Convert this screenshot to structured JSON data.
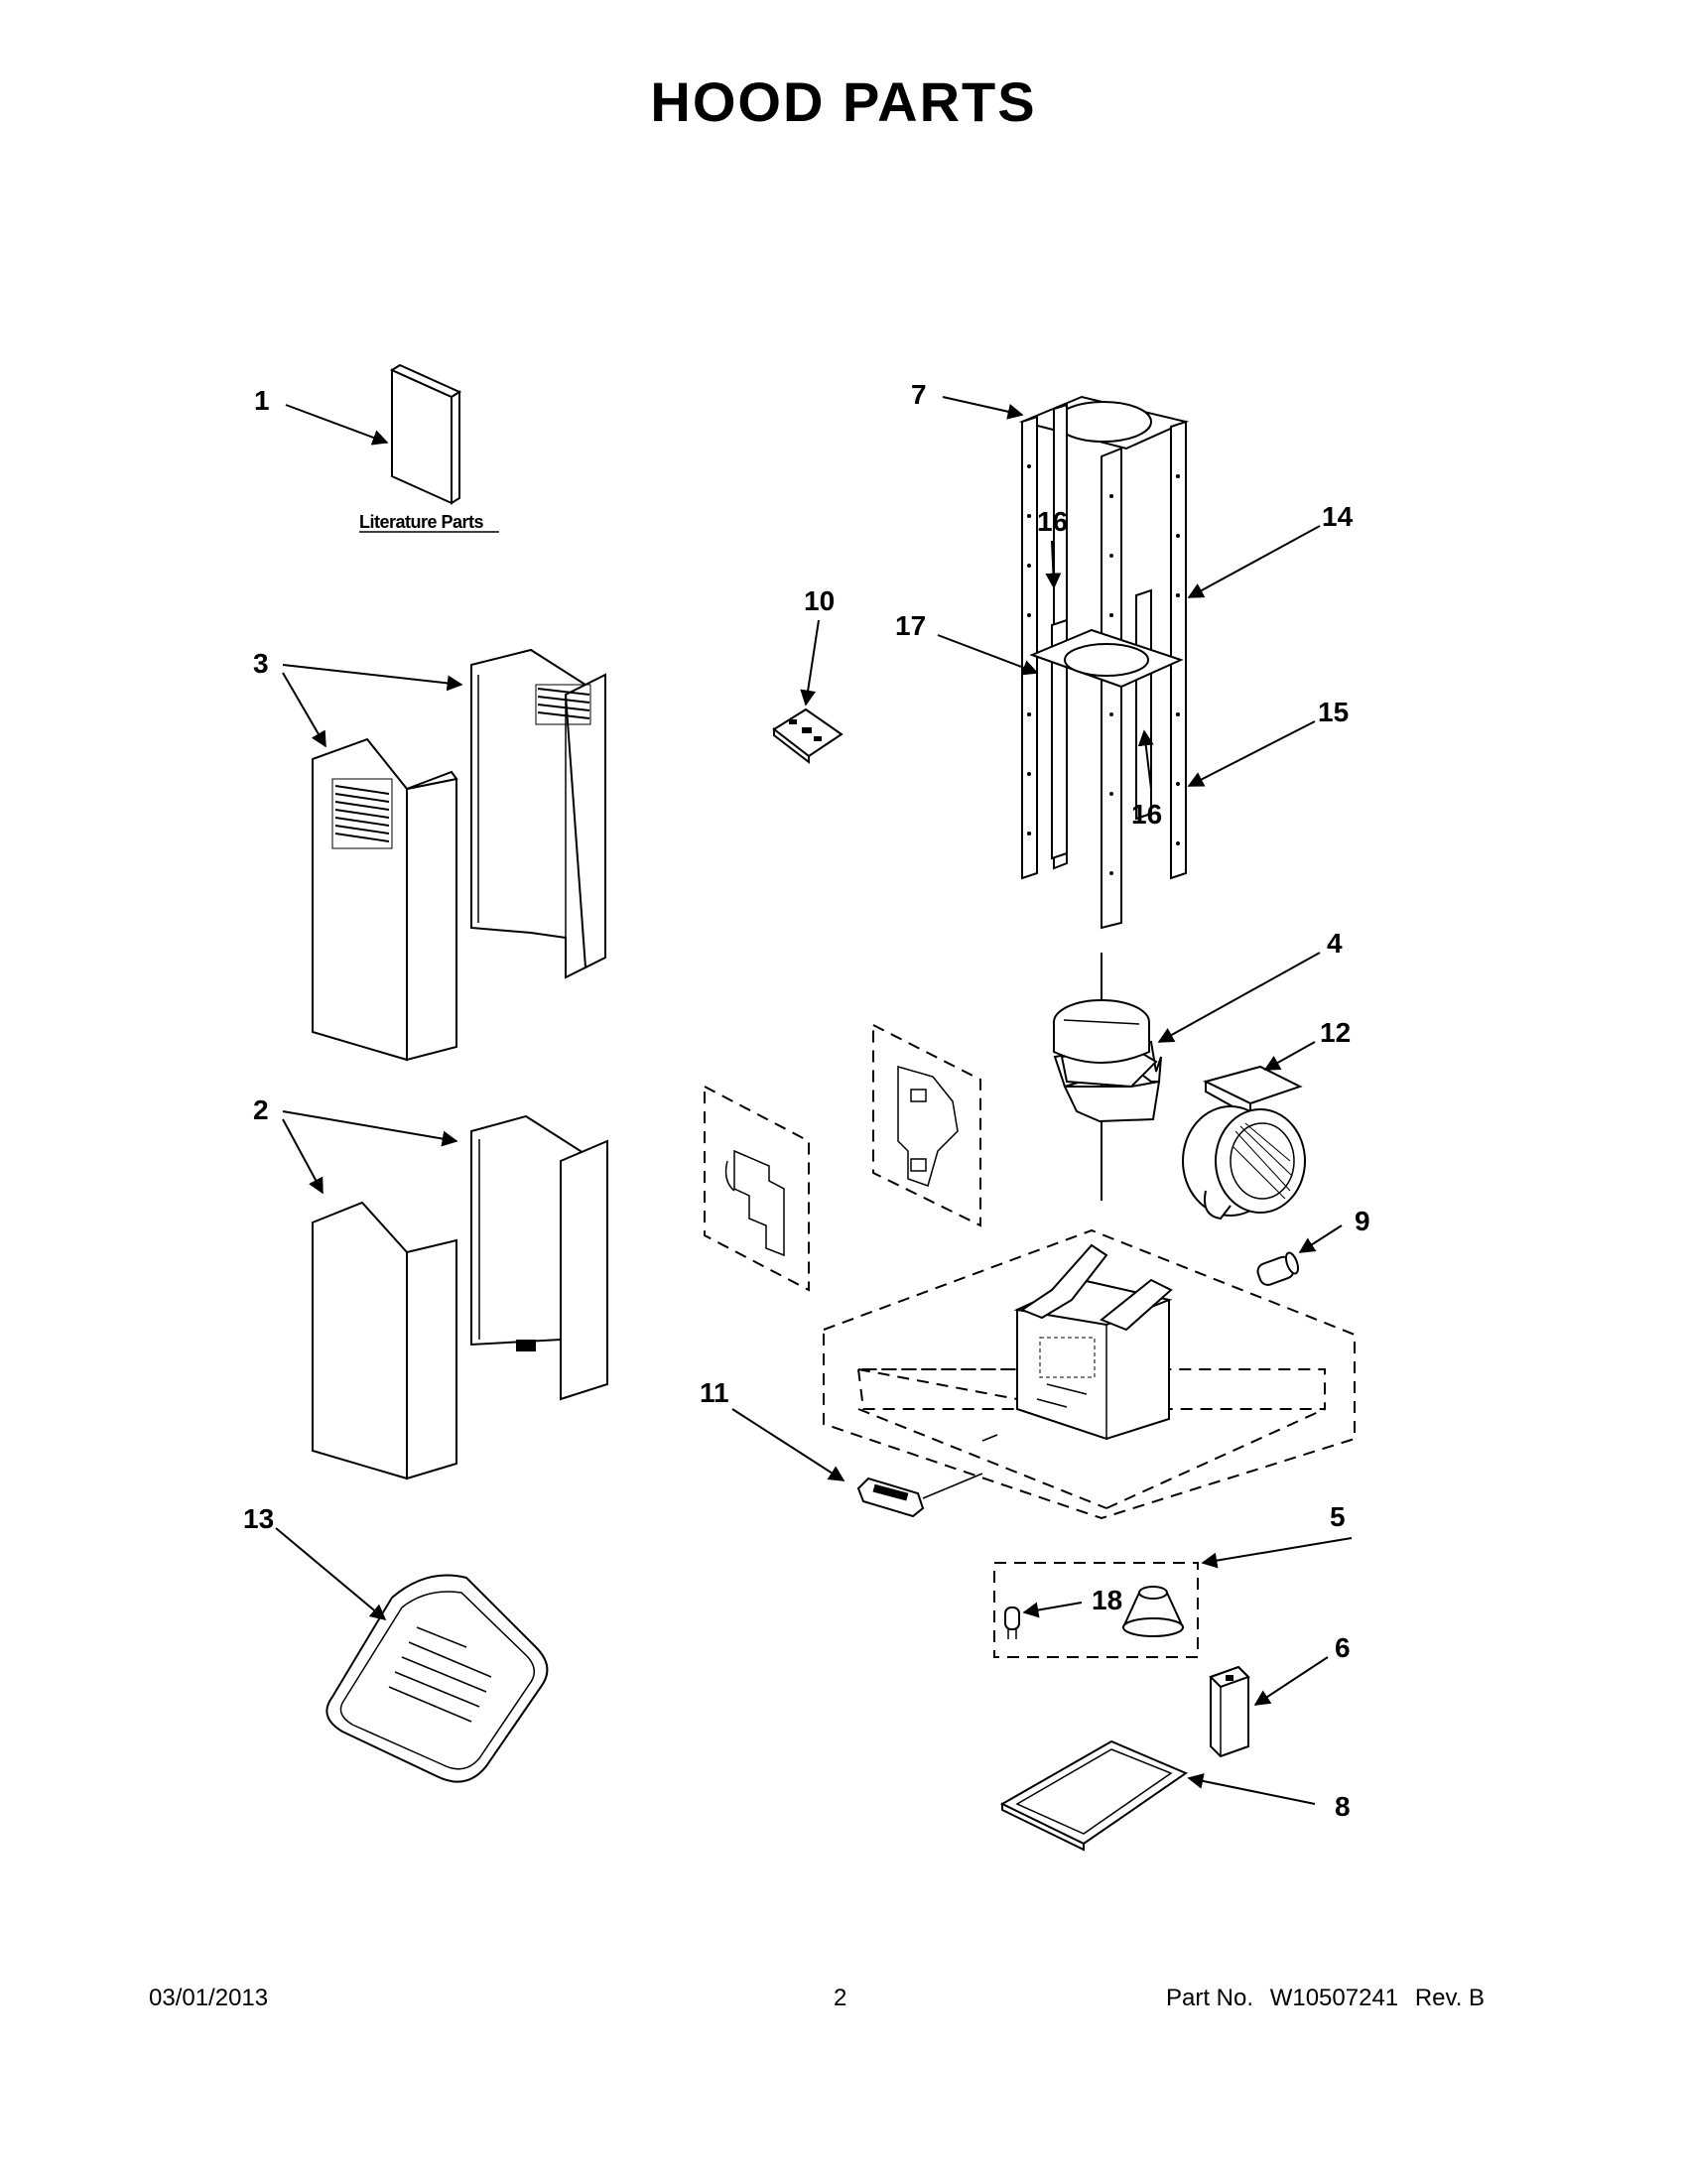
{
  "title": "HOOD PARTS",
  "literature_label": "Literature Parts",
  "callouts": {
    "c1": "1",
    "c2": "2",
    "c3": "3",
    "c4": "4",
    "c5": "5",
    "c6": "6",
    "c7": "7",
    "c8": "8",
    "c9": "9",
    "c10": "10",
    "c11": "11",
    "c12": "12",
    "c13": "13",
    "c14": "14",
    "c15": "15",
    "c16a": "16",
    "c16b": "16",
    "c17": "17",
    "c18": "18"
  },
  "footer": {
    "date": "03/01/2013",
    "page": "2",
    "part_label": "Part No.",
    "part_number": "W10507241",
    "revision": "Rev. B"
  }
}
